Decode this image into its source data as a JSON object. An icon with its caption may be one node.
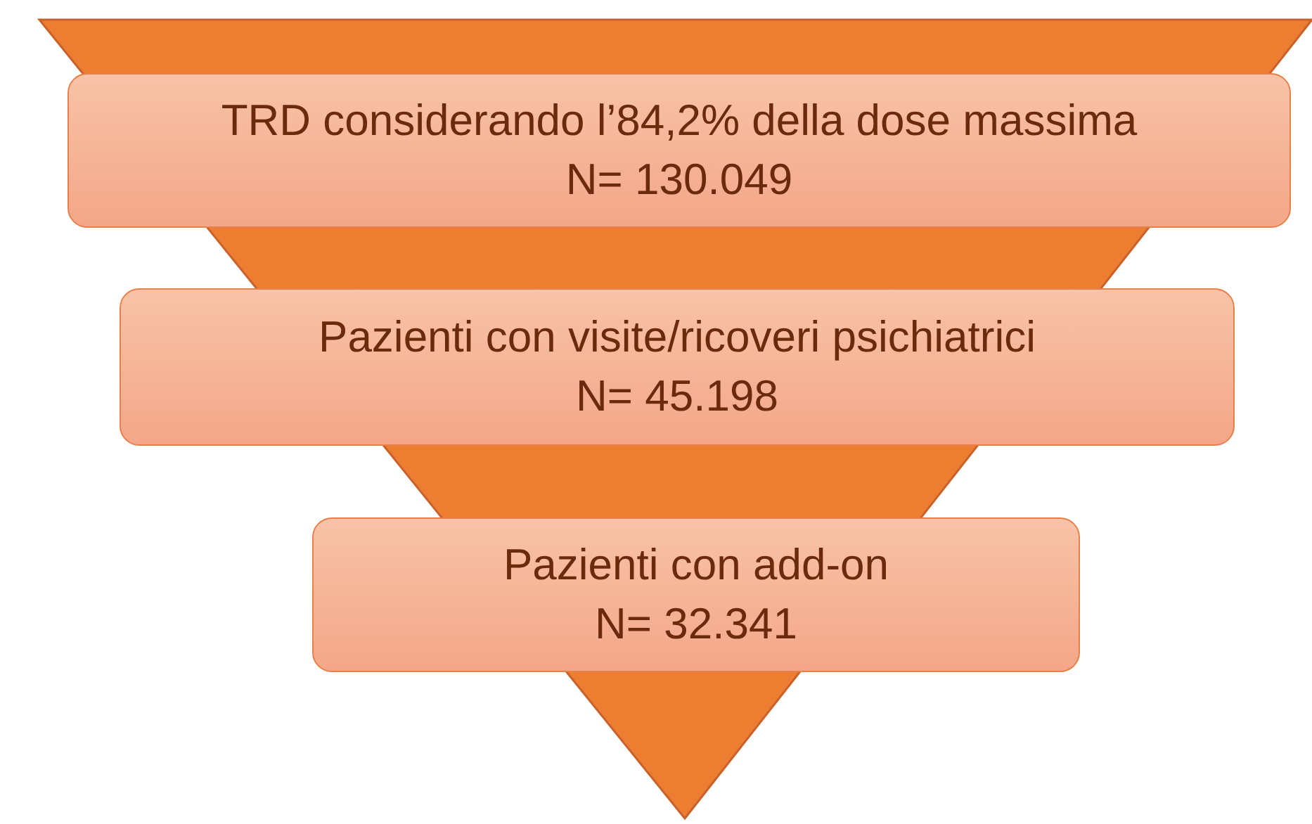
{
  "diagram": {
    "nodes": [
      {
        "text": [
          "TRD considerando l’84,2% della dose massima",
          "N= 130.049"
        ]
      },
      {
        "text": [
          "Pazienti con visite/ricoveri psichiatrici",
          "N= 45.198"
        ]
      },
      {
        "text": [
          "Pazienti con add-on",
          "N= 32.341"
        ]
      }
    ]
  }
}
